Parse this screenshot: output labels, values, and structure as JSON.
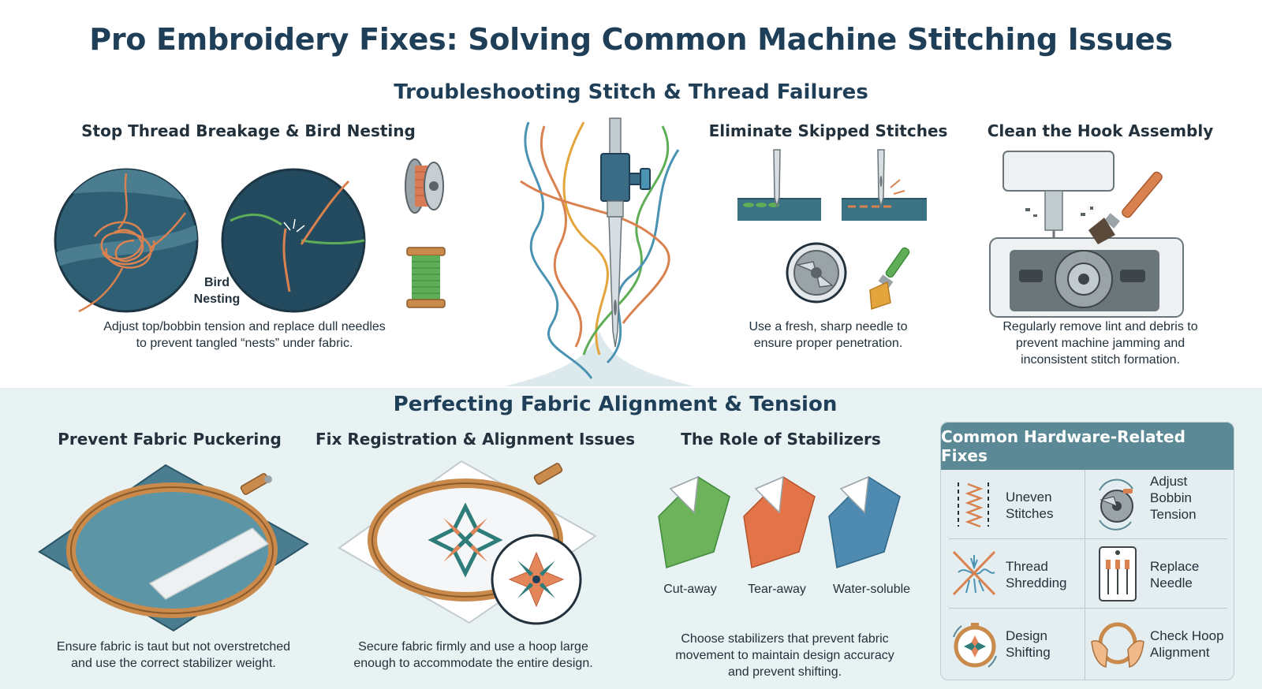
{
  "title": "Pro Embroidery Fixes: Solving Common Machine Stitching Issues",
  "section1": {
    "title": "Troubleshooting Stitch & Thread Failures",
    "panels": [
      {
        "title": "Stop Thread Breakage & Bird Nesting",
        "label_line1": "Bird",
        "label_line2": "Nesting",
        "caption_line1": "Adjust top/bobbin tension and replace dull needles",
        "caption_line2": "to prevent tangled “nests” under fabric."
      },
      {
        "title": "Eliminate Skipped Stitches",
        "caption_line1": "Use a fresh, sharp needle to",
        "caption_line2": "ensure proper penetration."
      },
      {
        "title": "Clean the Hook Assembly",
        "caption_line1": "Regularly remove lint and debris to",
        "caption_line2": "prevent machine jamming and",
        "caption_line3": "inconsistent stitch formation."
      }
    ]
  },
  "section2": {
    "title": "Perfecting Fabric Alignment & Tension",
    "panels": [
      {
        "title": "Prevent Fabric Puckering",
        "caption_line1": "Ensure fabric is taut but not overstretched",
        "caption_line2": "and use the correct stabilizer weight."
      },
      {
        "title": "Fix Registration & Alignment Issues",
        "caption_line1": "Secure fabric firmly and use a hoop large",
        "caption_line2": "enough to accommodate the entire design."
      },
      {
        "title": "The Role of Stabilizers",
        "stabilizers": [
          "Cut-away",
          "Tear-away",
          "Water-soluble"
        ],
        "caption_line1": "Choose stabilizers that prevent fabric",
        "caption_line2": "movement to maintain design accuracy",
        "caption_line3": "and prevent shifting."
      }
    ]
  },
  "hardware": {
    "title": "Common Hardware-Related Fixes",
    "items": [
      {
        "line1": "Uneven",
        "line2": "Stitches",
        "line3": "",
        "icon": "zigzag-stitch-icon"
      },
      {
        "line1": "Adjust",
        "line2": "Bobbin",
        "line3": "Tension",
        "icon": "bobbin-tension-icon"
      },
      {
        "line1": "Thread",
        "line2": "Shredding",
        "line3": "",
        "icon": "thread-shredding-icon"
      },
      {
        "line1": "Replace",
        "line2": "Needle",
        "line3": "",
        "icon": "needle-pack-icon"
      },
      {
        "line1": "Design",
        "line2": "Shifting",
        "line3": "",
        "icon": "design-shift-icon"
      },
      {
        "line1": "Check Hoop",
        "line2": "Alignment",
        "line3": "",
        "icon": "hoop-hands-icon"
      }
    ]
  },
  "colors": {
    "navy": "#1f3f58",
    "teal_fabric": "#2f5f75",
    "thread_orange": "#d9824f",
    "thread_green": "#5fae57",
    "thread_blue": "#4b93b3",
    "wood": "#c98a4b",
    "panel_bg": "#e8f2f3"
  }
}
